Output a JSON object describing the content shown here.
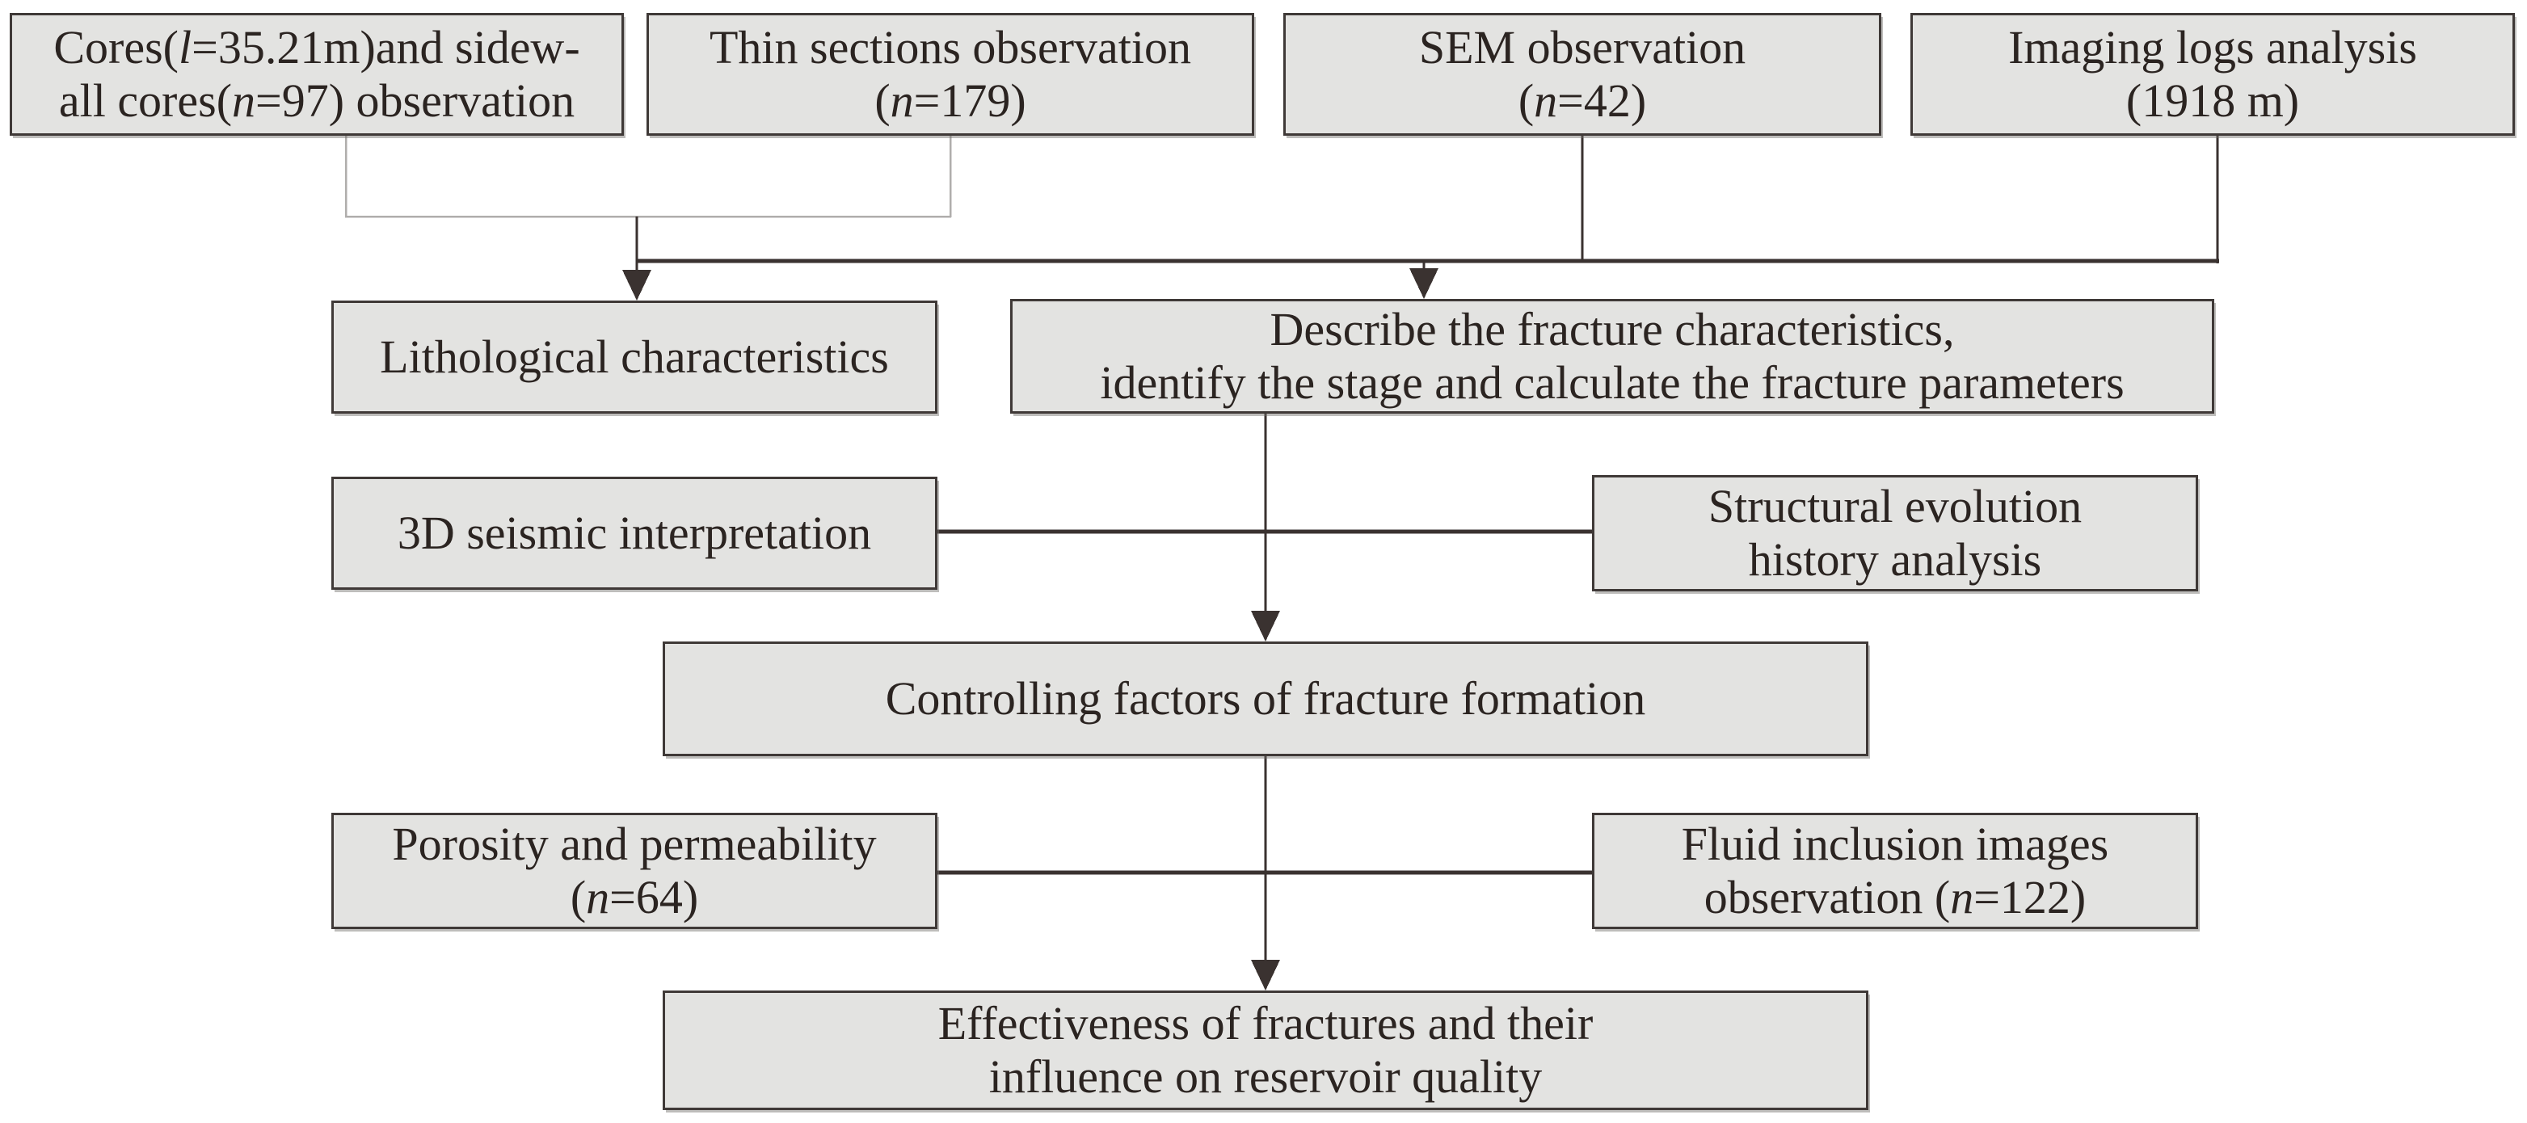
{
  "figure": {
    "type": "flowchart",
    "colors": {
      "box_fill": "#e3e3e1",
      "box_border": "#3f3937",
      "connector_dark": "#3a3230",
      "connector_light": "#b0aeac",
      "text": "#2b2421",
      "background": "#ffffff"
    },
    "nodes": {
      "cores": {
        "lines": [
          [
            {
              "t": "Cores(",
              "i": false
            },
            {
              "t": "l",
              "i": true
            },
            {
              "t": "=35.21m)and sidew-",
              "i": false
            }
          ],
          [
            {
              "t": "all cores(",
              "i": false
            },
            {
              "t": "n",
              "i": true
            },
            {
              "t": "=97) observation",
              "i": false
            }
          ]
        ]
      },
      "thin_sections": {
        "lines": [
          [
            {
              "t": "Thin sections observation",
              "i": false
            }
          ],
          [
            {
              "t": "(",
              "i": false
            },
            {
              "t": "n",
              "i": true
            },
            {
              "t": "=179)",
              "i": false
            }
          ]
        ]
      },
      "sem": {
        "lines": [
          [
            {
              "t": "SEM observation",
              "i": false
            }
          ],
          [
            {
              "t": "(",
              "i": false
            },
            {
              "t": "n",
              "i": true
            },
            {
              "t": "=42)",
              "i": false
            }
          ]
        ]
      },
      "imaging_logs": {
        "lines": [
          [
            {
              "t": "Imaging logs analysis",
              "i": false
            }
          ],
          [
            {
              "t": "(1918 m)",
              "i": false
            }
          ]
        ]
      },
      "lithological": {
        "lines": [
          [
            {
              "t": "Lithological characteristics",
              "i": false
            }
          ]
        ]
      },
      "describe_fractures": {
        "lines": [
          [
            {
              "t": "Describe the fracture characteristics,",
              "i": false
            }
          ],
          [
            {
              "t": "identify the stage and calculate the fracture parameters",
              "i": false
            }
          ]
        ]
      },
      "seismic": {
        "lines": [
          [
            {
              "t": "3D seismic interpretation",
              "i": false
            }
          ]
        ]
      },
      "structural": {
        "lines": [
          [
            {
              "t": "Structural evolution",
              "i": false
            }
          ],
          [
            {
              "t": "history analysis",
              "i": false
            }
          ]
        ]
      },
      "controlling": {
        "lines": [
          [
            {
              "t": "Controlling factors of fracture formation",
              "i": false
            }
          ]
        ]
      },
      "porosity": {
        "lines": [
          [
            {
              "t": "Porosity and permeability",
              "i": false
            }
          ],
          [
            {
              "t": "(",
              "i": false
            },
            {
              "t": "n",
              "i": true
            },
            {
              "t": "=64)",
              "i": false
            }
          ]
        ]
      },
      "fluid_inclusion": {
        "lines": [
          [
            {
              "t": "Fluid inclusion images",
              "i": false
            }
          ],
          [
            {
              "t": "observation (",
              "i": false
            },
            {
              "t": "n",
              "i": true
            },
            {
              "t": "=122)",
              "i": false
            }
          ]
        ]
      },
      "effectiveness": {
        "lines": [
          [
            {
              "t": "Effectiveness of fractures and their",
              "i": false
            }
          ],
          [
            {
              "t": "influence on reservoir quality",
              "i": false
            }
          ]
        ]
      }
    }
  }
}
